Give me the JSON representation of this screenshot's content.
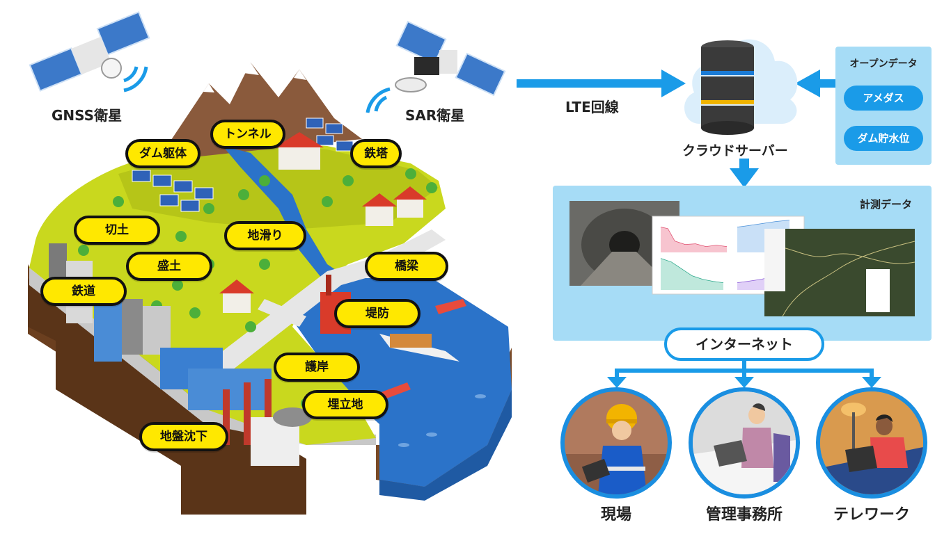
{
  "satellites": {
    "gnss_label": "GNSS衛星",
    "sar_label": "SAR衛星"
  },
  "connection": {
    "lte_label": "LTE回線"
  },
  "server": {
    "label": "クラウドサーバー"
  },
  "open_data": {
    "title": "オープンデータ",
    "items": [
      "アメダス",
      "ダム貯水位"
    ]
  },
  "measurement": {
    "title": "計測データ"
  },
  "internet_label": "インターネット",
  "destinations": [
    "現場",
    "管理事務所",
    "テレワーク"
  ],
  "map_labels": {
    "tunnel": "トンネル",
    "dam_body": "ダム躯体",
    "tower": "鉄塔",
    "cut": "切土",
    "landslide": "地滑り",
    "fill": "盛土",
    "bridge": "橋梁",
    "railway": "鉄道",
    "levee": "堤防",
    "revetment": "護岸",
    "reclaimed": "埋立地",
    "subsidence": "地盤沈下"
  },
  "colors": {
    "accent_blue": "#1a9be8",
    "panel_blue": "#a6dcf6",
    "label_yellow": "#ffe800",
    "sea": "#2b73c9",
    "grass": "#c9d81e",
    "soil": "#6b3f1f"
  }
}
